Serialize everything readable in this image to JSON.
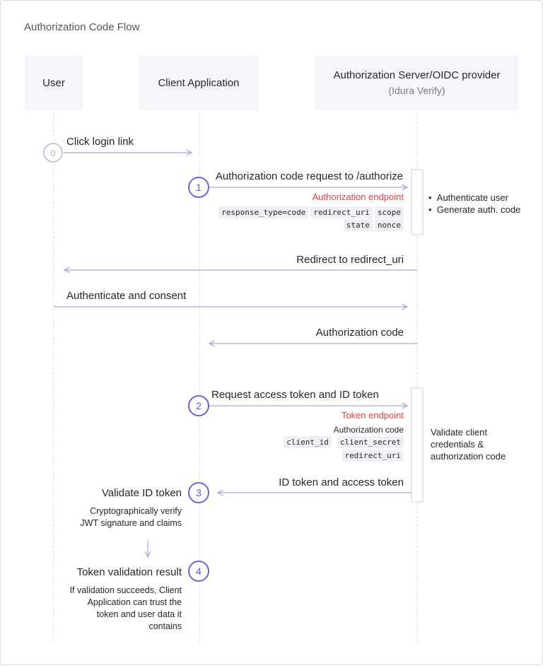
{
  "title": "Authorization Code Flow",
  "actors": {
    "user": "User",
    "client": "Client Application",
    "server": "Authorization Server/OIDC provider",
    "server_sub": "(Idura Verify)"
  },
  "steps": {
    "s0": "0",
    "s1": "1",
    "s2": "2",
    "s3": "3",
    "s4": "4"
  },
  "messages": {
    "click_login": "Click login link",
    "auth_request": "Authorization code request to /authorize",
    "auth_endpoint": "Authorization endpoint",
    "auth_params_1": "response_type=code",
    "auth_params_2": "redirect_uri",
    "auth_params_3": "scope",
    "auth_params_4": "state",
    "auth_params_5": "nonce",
    "redirect": "Redirect to redirect_uri",
    "authenticate_consent": "Authenticate and consent",
    "auth_code": "Authorization code",
    "request_tokens": "Request access token and ID token",
    "token_endpoint": "Token endpoint",
    "token_params_title": "Authorization code",
    "token_param_1": "client_id",
    "token_param_2": "client_secret",
    "token_param_3": "redirect_uri",
    "id_access_token": "ID token and access token"
  },
  "server_notes": {
    "bullet_1": "Authenticate user",
    "bullet_2": "Generate auth. code",
    "validate_1": "Validate client",
    "validate_2": "credentials &",
    "validate_3": "authorization code"
  },
  "client_notes": {
    "validate_title": "Validate ID token",
    "validate_desc_1": "Cryptographically verify",
    "validate_desc_2": "JWT signature and claims",
    "result_title": "Token validation result",
    "result_desc_1": "If validation succeeds, Client",
    "result_desc_2": "Application can trust the",
    "result_desc_3": "token and user data it",
    "result_desc_4": "contains"
  },
  "colors": {
    "accent": "#6a4ee0",
    "line": "#a8a6d8",
    "red": "#e5413b"
  }
}
